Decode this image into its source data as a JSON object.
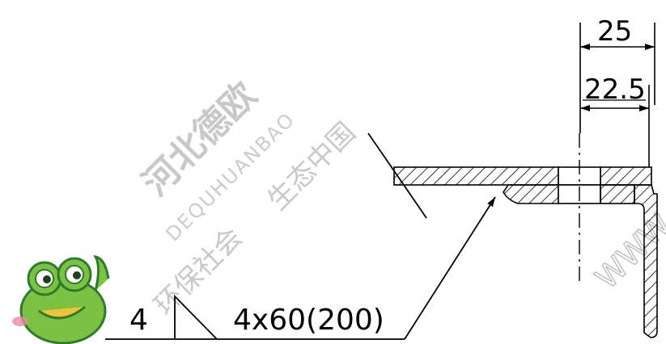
{
  "dimensions": {
    "outer_width": "25",
    "inner_width": "22.5"
  },
  "weld_symbol": {
    "size": "4",
    "spec": "4x60(200)"
  },
  "watermark": {
    "company_cn": "河北德欧",
    "company_en": "DEQUHUANBAO",
    "slogan_1": "生态中国",
    "slogan_2": "环保社会",
    "web": "WWW."
  },
  "colors": {
    "line": "#000000",
    "watermark": "#c8c8c8",
    "frog_green": "#7cc242",
    "frog_dark": "#2f7a2f"
  }
}
